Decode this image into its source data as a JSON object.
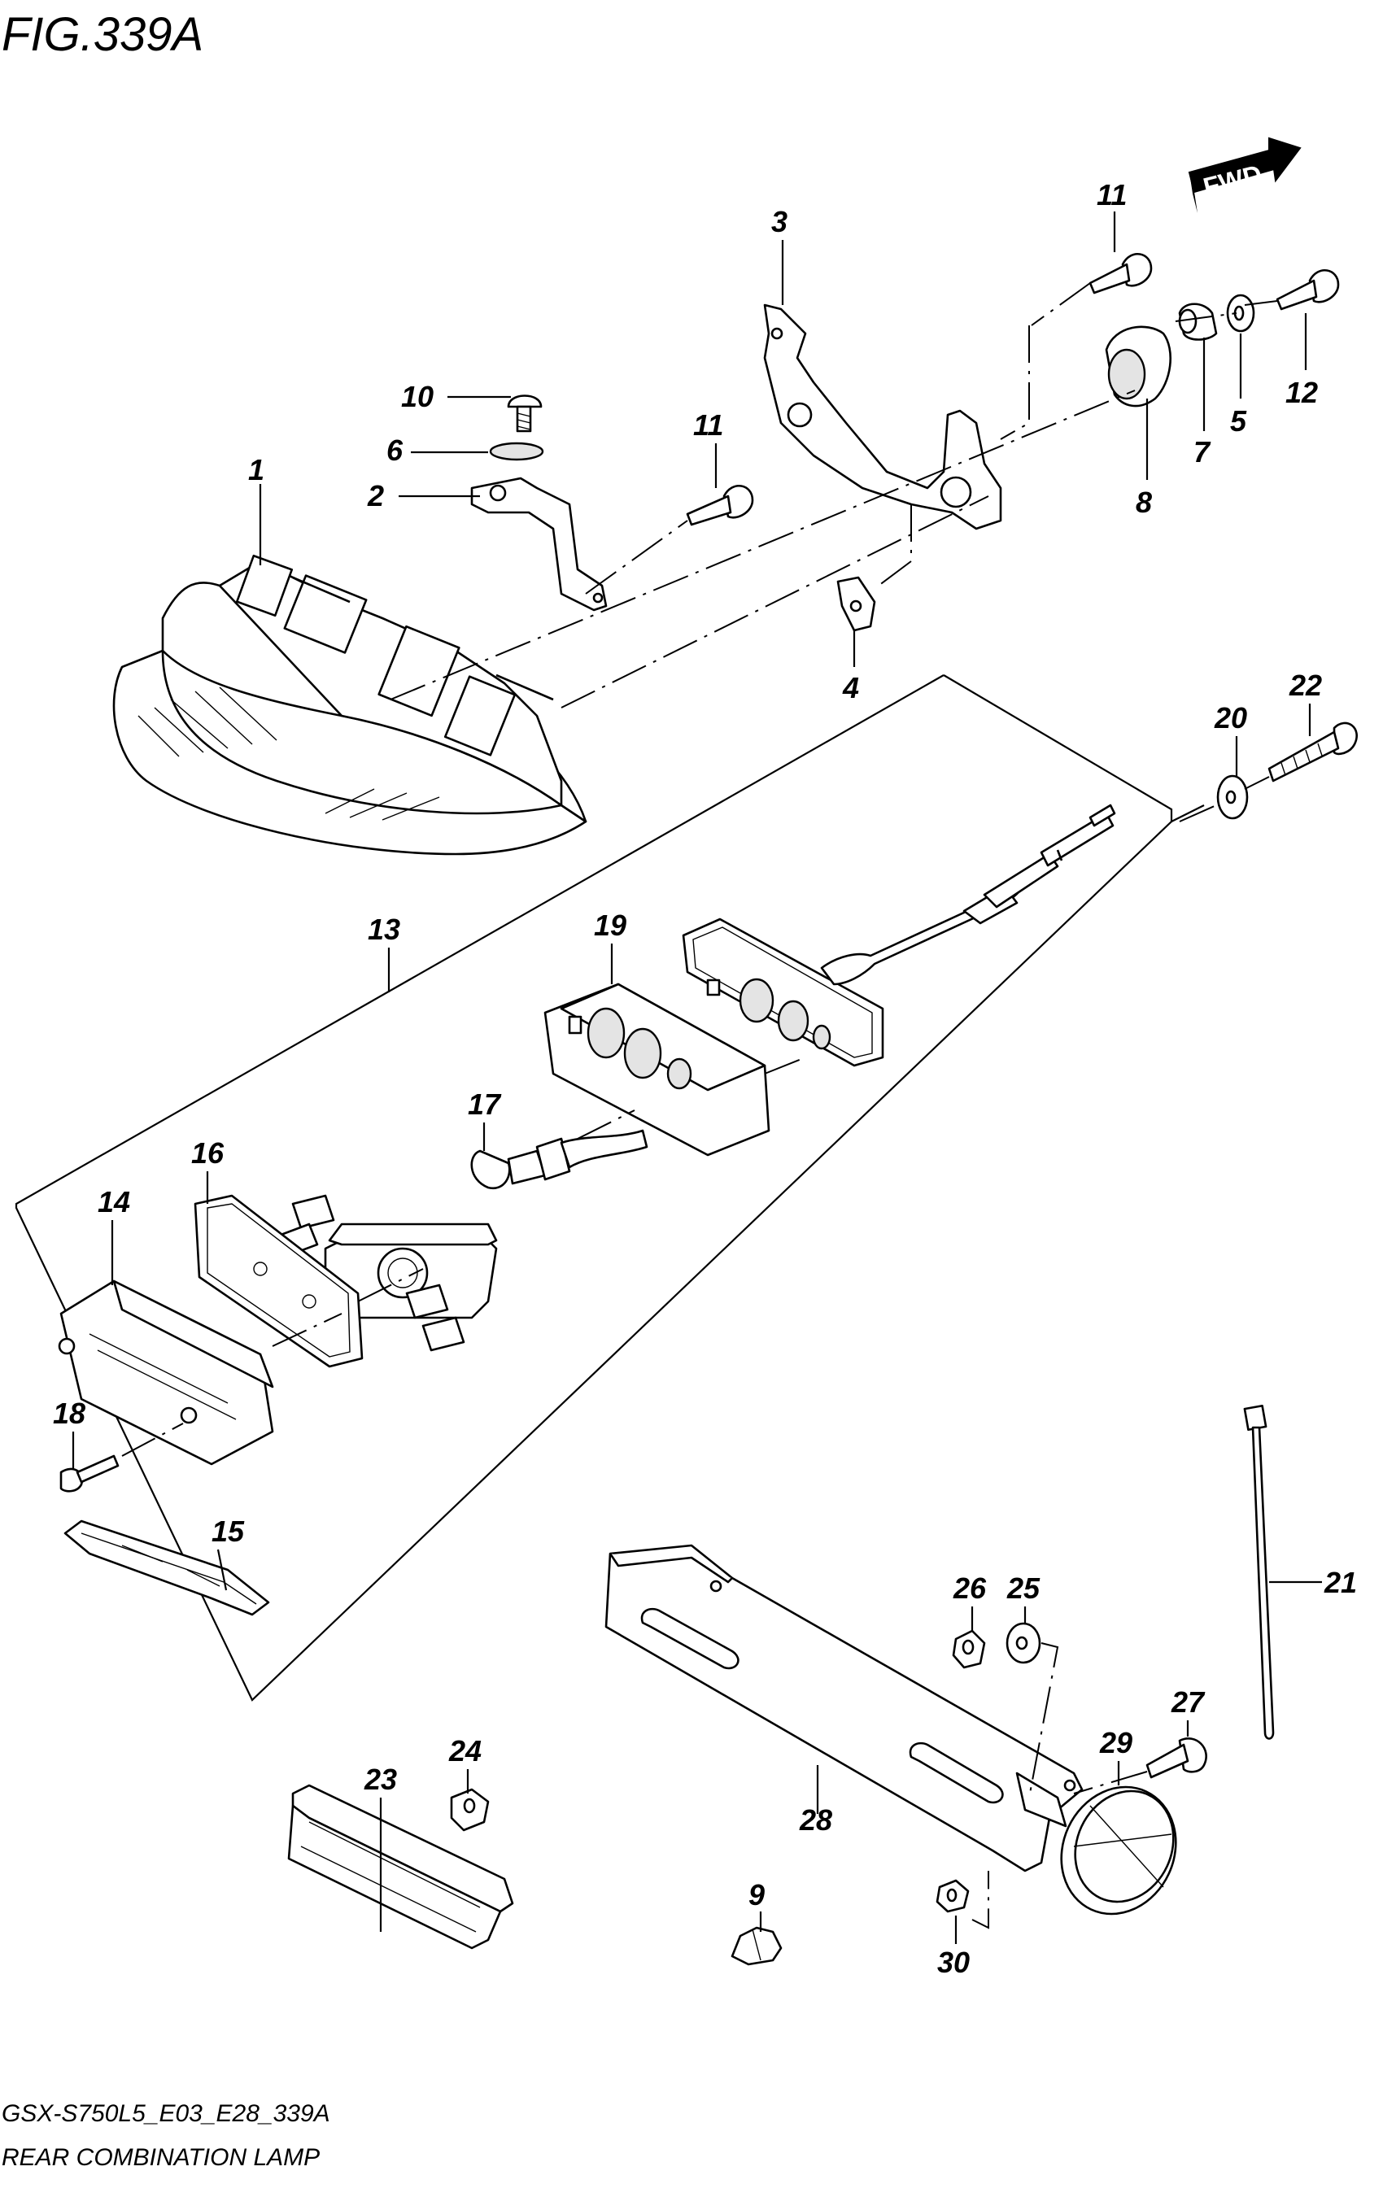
{
  "figure": {
    "title": "FIG.339A",
    "code": "GSX-S750L5_E03_E28_339A",
    "name": "REAR COMBINATION LAMP",
    "direction_label": "FWD"
  },
  "callouts": [
    {
      "id": "c1",
      "label": "1"
    },
    {
      "id": "c2",
      "label": "2"
    },
    {
      "id": "c3",
      "label": "3"
    },
    {
      "id": "c4",
      "label": "4"
    },
    {
      "id": "c5",
      "label": "5"
    },
    {
      "id": "c6",
      "label": "6"
    },
    {
      "id": "c7",
      "label": "7"
    },
    {
      "id": "c8",
      "label": "8"
    },
    {
      "id": "c9",
      "label": "9"
    },
    {
      "id": "c10",
      "label": "10"
    },
    {
      "id": "c11a",
      "label": "11"
    },
    {
      "id": "c11b",
      "label": "11"
    },
    {
      "id": "c12",
      "label": "12"
    },
    {
      "id": "c13",
      "label": "13"
    },
    {
      "id": "c14",
      "label": "14"
    },
    {
      "id": "c15",
      "label": "15"
    },
    {
      "id": "c16",
      "label": "16"
    },
    {
      "id": "c17",
      "label": "17"
    },
    {
      "id": "c18",
      "label": "18"
    },
    {
      "id": "c19",
      "label": "19"
    },
    {
      "id": "c20",
      "label": "20"
    },
    {
      "id": "c21",
      "label": "21"
    },
    {
      "id": "c22",
      "label": "22"
    },
    {
      "id": "c23",
      "label": "23"
    },
    {
      "id": "c24",
      "label": "24"
    },
    {
      "id": "c25",
      "label": "25"
    },
    {
      "id": "c26",
      "label": "26"
    },
    {
      "id": "c27",
      "label": "27"
    },
    {
      "id": "c28",
      "label": "28"
    },
    {
      "id": "c29",
      "label": "29"
    },
    {
      "id": "c30",
      "label": "30"
    }
  ]
}
